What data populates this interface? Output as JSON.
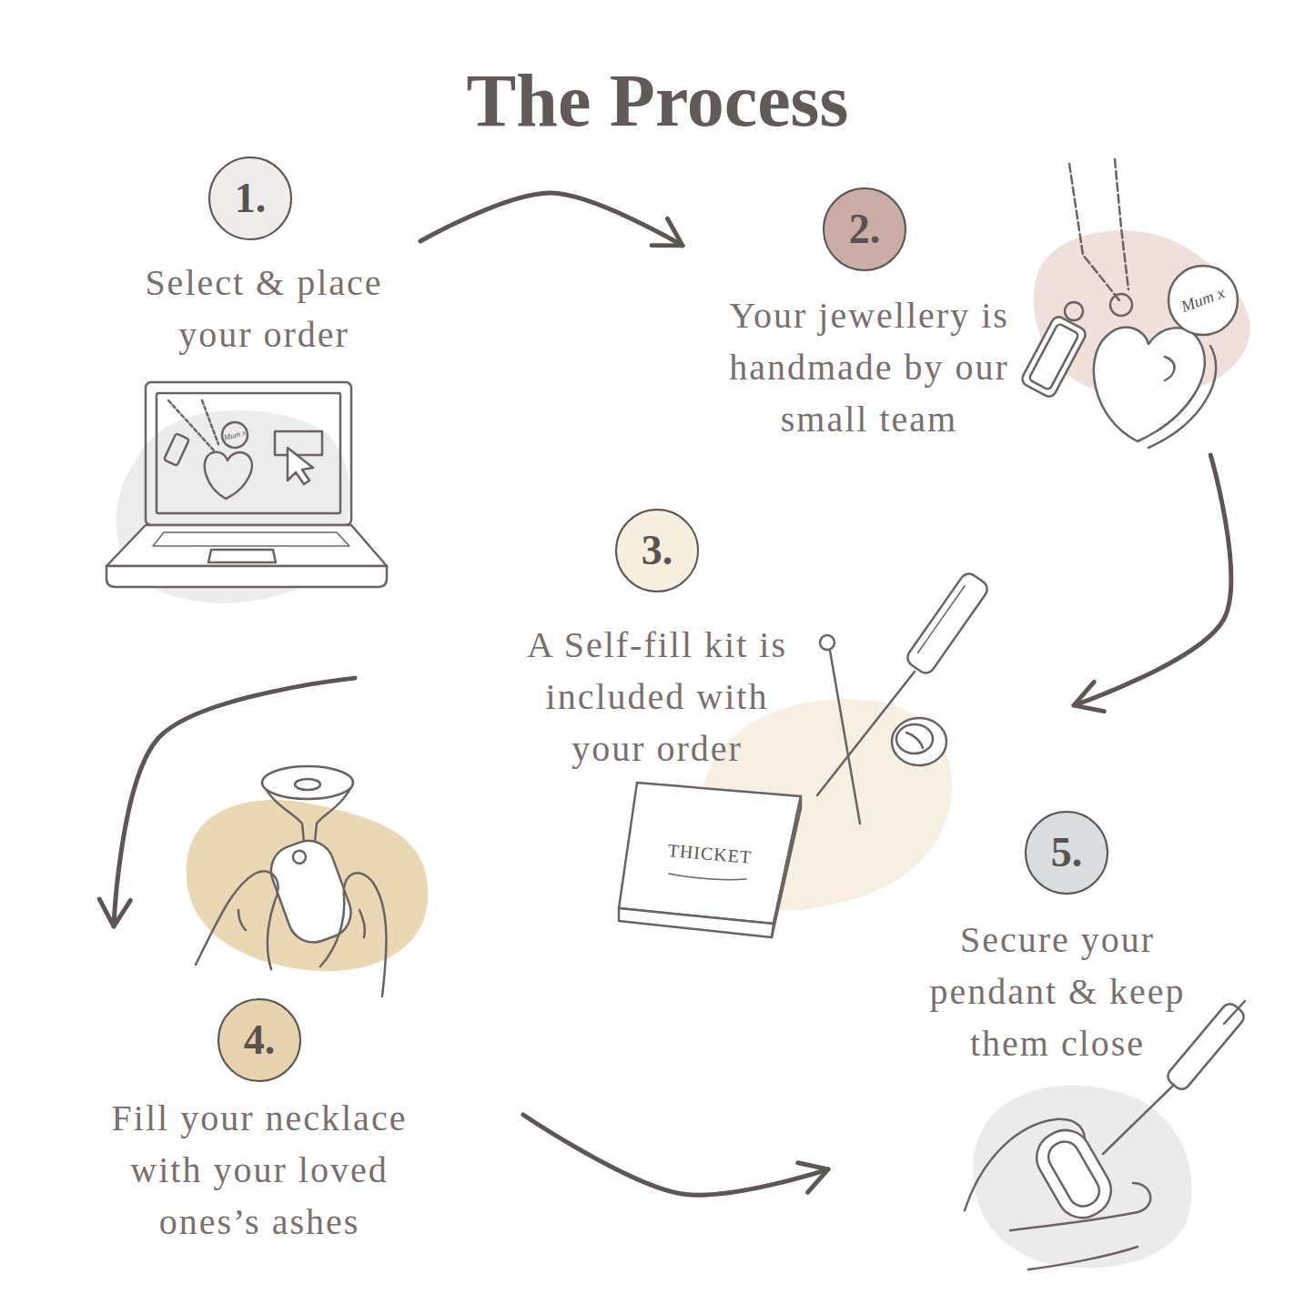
{
  "diagram": {
    "title": "The Process",
    "nodes": [
      {
        "text": [
          "1.",
          "Select & place your order"
        ]
      },
      {
        "text": [
          "2.",
          "Your jewellery is handmade by our small team"
        ]
      },
      {
        "text": [
          "3.",
          "A Self-fill kit is included with your order"
        ]
      },
      {
        "text": [
          "4.",
          "Fill your necklace with your loved ones’s ashes"
        ]
      },
      {
        "text": [
          "5.",
          "Secure your pendant & keep them close"
        ]
      }
    ],
    "edges": [
      {
        "from": 0,
        "to": 1,
        "arrow": "to"
      },
      {
        "from": 1,
        "to": 2,
        "arrow": "to"
      },
      {
        "from": 2,
        "to": 3,
        "arrow": "to"
      },
      {
        "from": 3,
        "to": 4,
        "arrow": "to"
      }
    ],
    "labels": [
      "Mum x",
      "Mum x",
      "THICKET"
    ]
  }
}
